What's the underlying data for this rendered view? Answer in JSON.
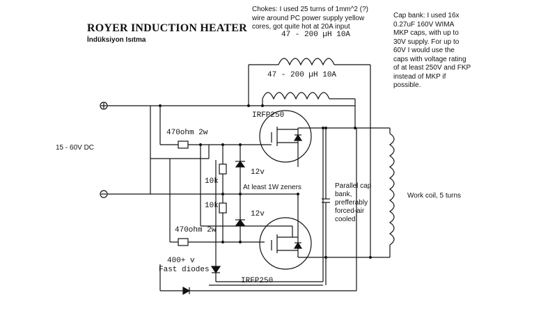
{
  "title": "ROYER INDUCTION HEATER",
  "subtitle": "İndüksiyon Isıtma",
  "notes": {
    "chokes": [
      "Chokes: I used 25 turns of 1mm^2 (?)",
      "wire around PC power supply yellow",
      "cores, got quite hot at 20A input"
    ],
    "cap_bank": [
      "Cap bank: I used 16x",
      "0.27uF 160V WIMA",
      "MKP caps, with up to",
      "30V supply. For up to",
      "60V I would use the",
      "caps with voltage rating",
      "of at least 250V and FKP",
      "instead of MKP if",
      "possible."
    ]
  },
  "labels": {
    "choke_top": "47 - 200 µH 10A",
    "choke_bottom": "47 - 200 µH 10A",
    "mosfet_top": "IRFP250",
    "mosfet_bottom": "IRFP250",
    "supply": "15 - 60V DC",
    "plus": "+",
    "minus": "−",
    "res_gate_top": "470ohm 2w",
    "res_gate_bottom": "470ohm 2w",
    "res_pull_top": "10k",
    "res_pull_bottom": "10k",
    "zener_top": "12v",
    "zener_bottom": "12v",
    "zeners_note": "At least 1W zeners",
    "cap_note": [
      "Parallel cap",
      "bank,",
      "prefferably",
      "forced-air",
      "cooled"
    ],
    "work_coil": "Work coil, 5 turns",
    "diodes_voltage": "400+ v",
    "diodes_type": "Fast diodes"
  }
}
